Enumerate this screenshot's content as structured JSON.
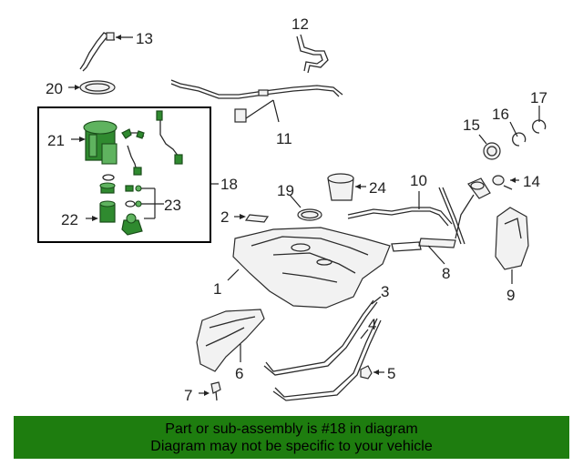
{
  "callouts": {
    "c1": "1",
    "c2": "2",
    "c3": "3",
    "c4": "4",
    "c5": "5",
    "c6": "6",
    "c7": "7",
    "c8": "8",
    "c9": "9",
    "c10": "10",
    "c11": "11",
    "c12": "12",
    "c13": "13",
    "c14": "14",
    "c15": "15",
    "c16": "16",
    "c17": "17",
    "c18": "18",
    "c19": "19",
    "c20": "20",
    "c21": "21",
    "c22": "22",
    "c23": "23",
    "c24": "24"
  },
  "highlight_color": "#1e7d0f",
  "footer": {
    "line1": "Part or sub-assembly is #18 in diagram",
    "line2": "Diagram may not be specific to your vehicle"
  }
}
